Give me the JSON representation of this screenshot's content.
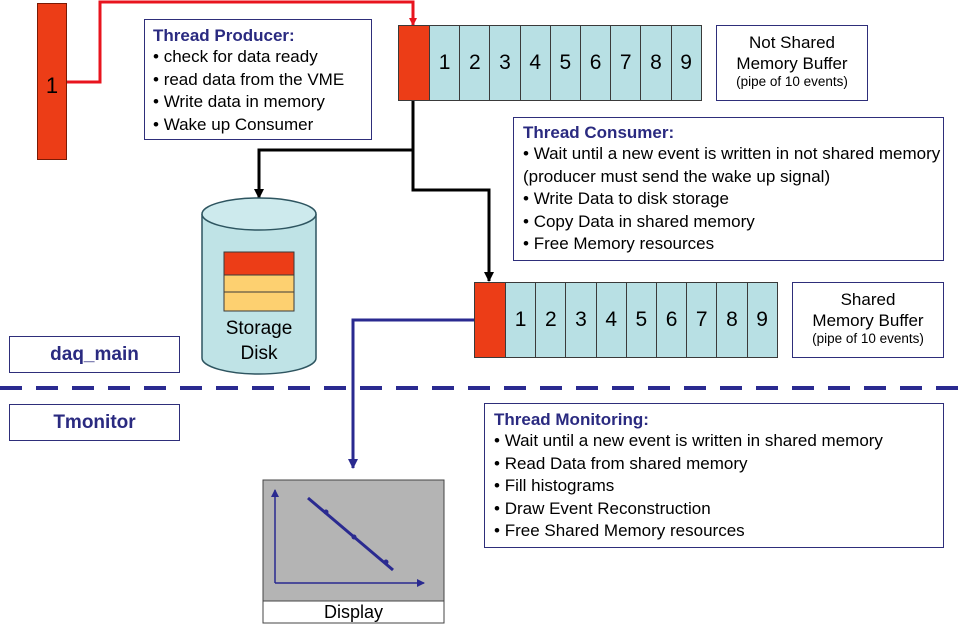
{
  "front_end": {
    "label": "1"
  },
  "producer": {
    "title": "Thread Producer:",
    "items": [
      "check for data ready",
      "read data from the VME",
      "Write data in memory",
      "Wake up Consumer"
    ]
  },
  "not_shared_buffer": {
    "cells": [
      "1",
      "2",
      "3",
      "4",
      "5",
      "6",
      "7",
      "8",
      "9"
    ],
    "label_line1": "Not Shared",
    "label_line2": "Memory Buffer",
    "label_note": "(pipe of 10 events)"
  },
  "consumer": {
    "title": "Thread Consumer:",
    "items": [
      "Wait until a new event is written in not shared memory (producer must send the wake up signal)",
      "Write Data to disk storage",
      "Copy Data in shared memory",
      "Free Memory resources"
    ]
  },
  "storage": {
    "line1": "Storage",
    "line2": "Disk"
  },
  "shared_buffer": {
    "cells": [
      "1",
      "2",
      "3",
      "4",
      "5",
      "6",
      "7",
      "8",
      "9"
    ],
    "label_line1": "Shared",
    "label_line2": "Memory Buffer",
    "label_note": "(pipe of 10 events)"
  },
  "process_tags": {
    "upper": "daq_main",
    "lower": "Tmonitor"
  },
  "monitoring": {
    "title": "Thread Monitoring:",
    "items": [
      "Wait until a new event is written in shared memory",
      "Read Data from shared memory",
      "Fill histograms",
      "Draw Event Reconstruction",
      "Free Shared Memory resources"
    ]
  },
  "display": {
    "label": "Display"
  },
  "colors": {
    "event_block": "#ec3d17",
    "buffer_cell": "#b8e0e4",
    "producer_wire": "#e8141e",
    "consumer_wire": "#000000",
    "monitor_wire": "#2a2a90",
    "separator": "#2a2a90",
    "disk_body": "#bfe3e6",
    "display_panel": "#b4b4b4"
  }
}
